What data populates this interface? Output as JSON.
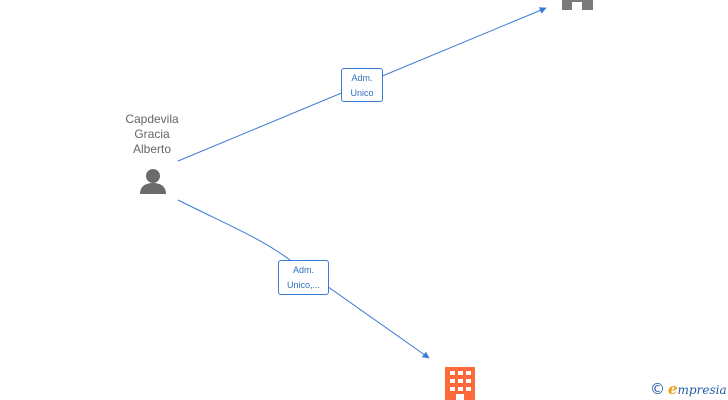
{
  "colors": {
    "edge": "#3a7bd5",
    "person_icon": "#6b6b6b",
    "company_active": "#ff6a3d",
    "company_inactive": "#7a7a7a",
    "brand_blue": "#1e5aa8",
    "brand_orange": "#e8a317"
  },
  "person": {
    "name_lines": [
      "Capdevila",
      "Gracia",
      "Alberto"
    ],
    "icon": "person-icon"
  },
  "edges": [
    {
      "label_lines": [
        "Adm.",
        "Unico"
      ],
      "target_icon": "building-icon"
    },
    {
      "label_lines": [
        "Adm.",
        "Unico,..."
      ],
      "target_icon": "building-icon"
    }
  ],
  "brand": {
    "copyright": "©",
    "logo_initial": "e",
    "logo_rest": "mpresia"
  }
}
